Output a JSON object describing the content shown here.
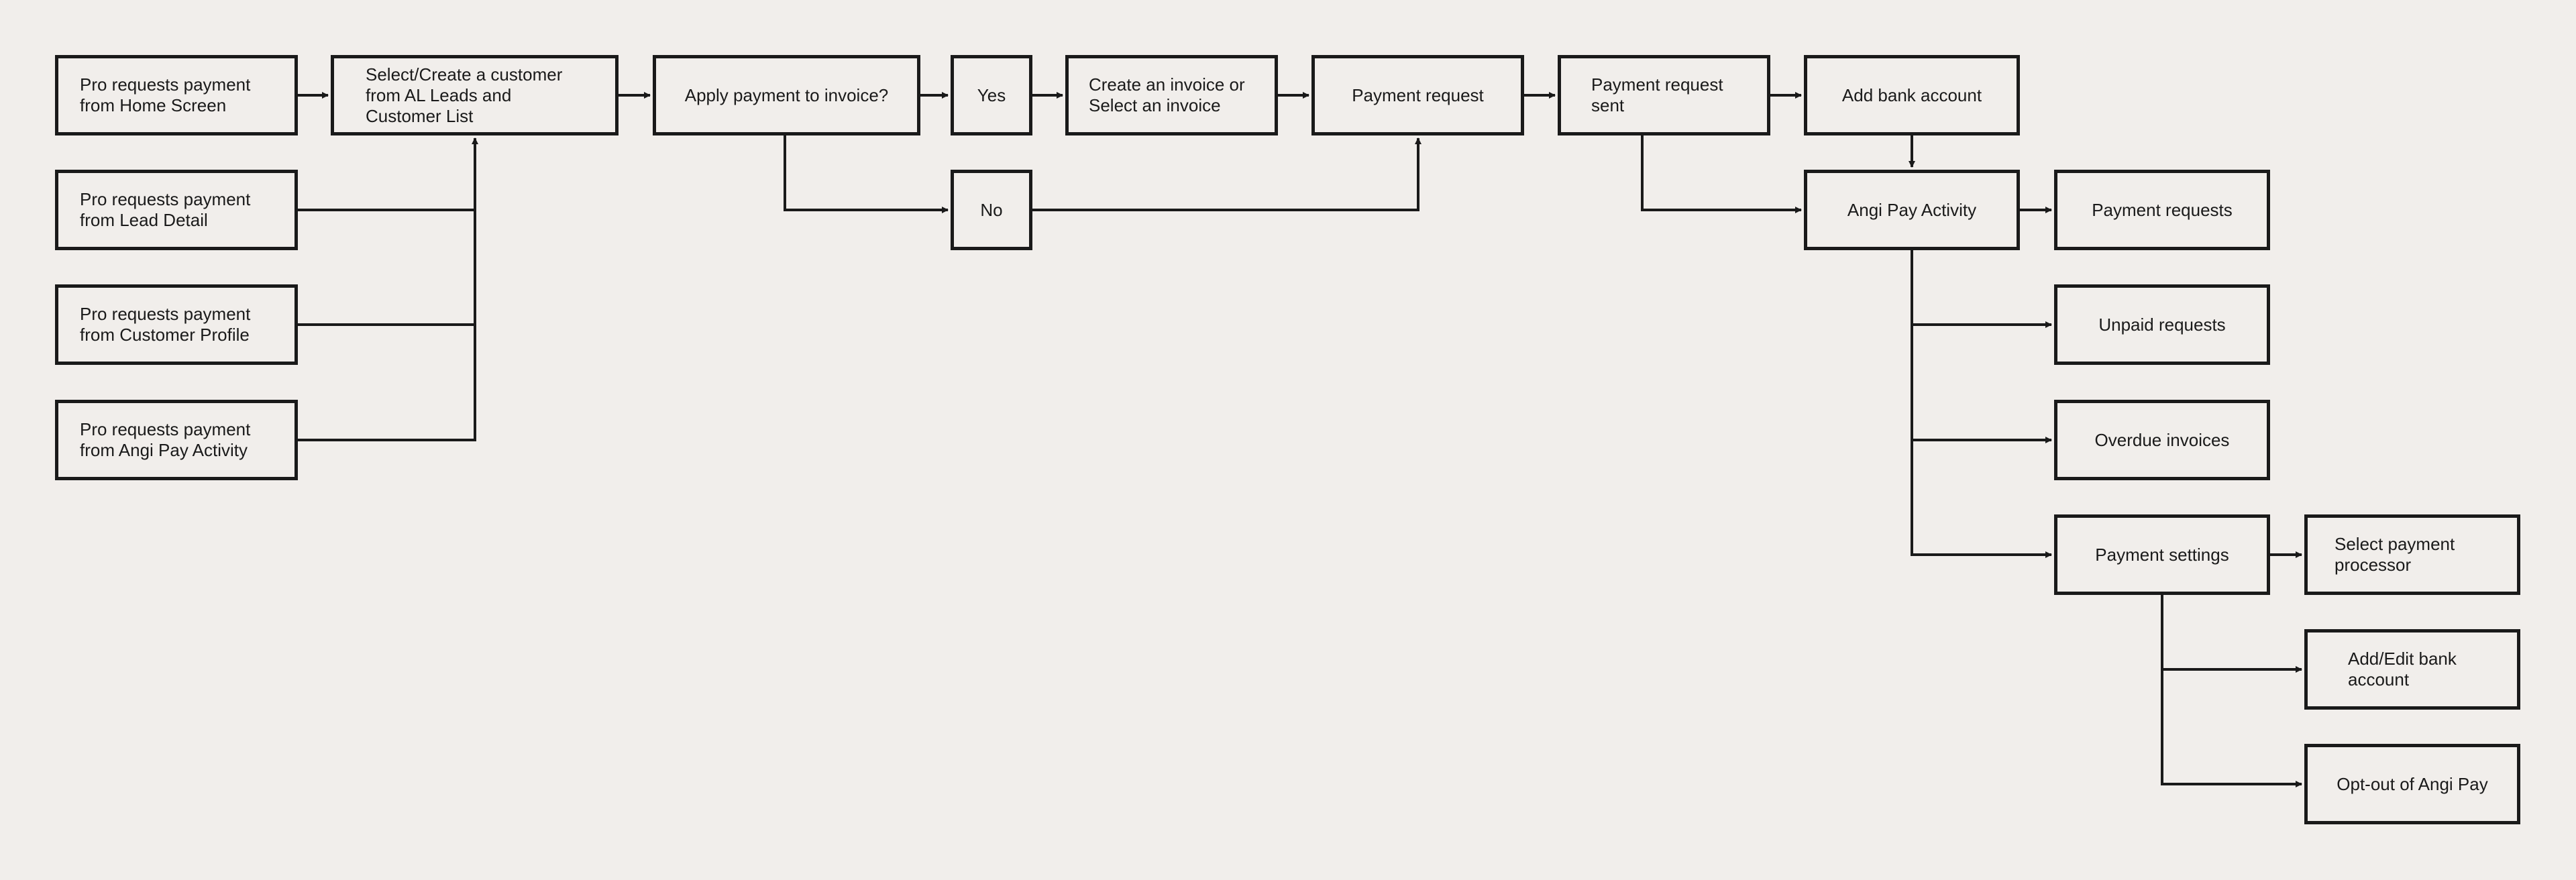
{
  "colors": {
    "background": "#f1eeeb",
    "stroke": "#1a1a1a",
    "text": "#1a1a1a"
  },
  "nodes": {
    "pro_home": "Pro requests payment\nfrom Home Screen",
    "pro_lead": "Pro requests payment\nfrom Lead Detail",
    "pro_customer": "Pro requests payment\nfrom Customer Profile",
    "pro_angi": "Pro requests payment\nfrom Angi Pay Activity",
    "select_customer": "Select/Create a customer\nfrom AL Leads and\nCustomer List",
    "apply_payment": "Apply payment to invoice?",
    "yes": "Yes",
    "no": "No",
    "create_invoice": "Create an invoice or\nSelect an invoice",
    "payment_request": "Payment request",
    "payment_request_sent": "Payment request\nsent",
    "add_bank": "Add bank account",
    "angi_activity": "Angi Pay Activity",
    "payment_requests": "Payment requests",
    "unpaid_requests": "Unpaid requests",
    "overdue_invoices": "Overdue invoices",
    "payment_settings": "Payment settings",
    "select_processor": "Select payment\nprocessor",
    "add_edit_bank": "Add/Edit bank\naccount",
    "opt_out": "Opt-out of Angi Pay"
  }
}
